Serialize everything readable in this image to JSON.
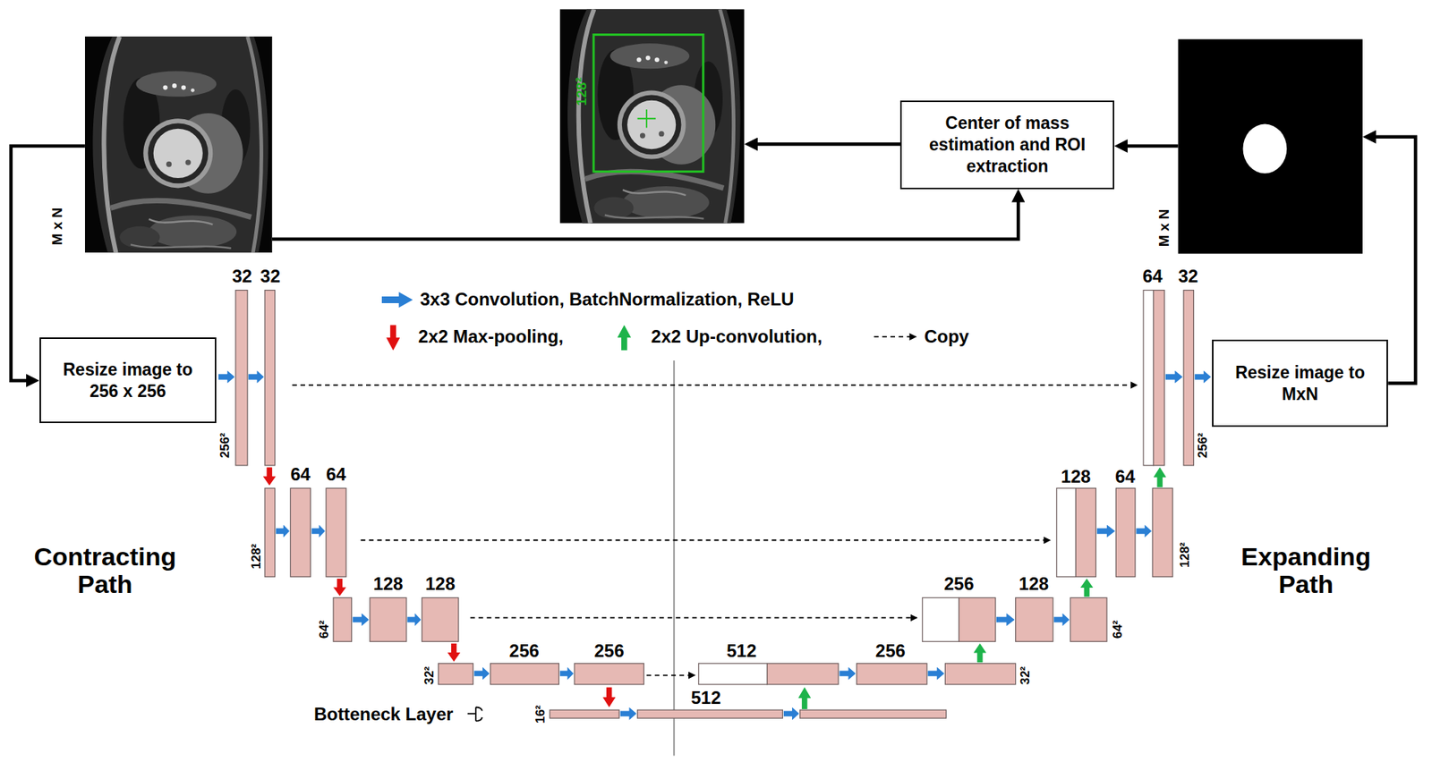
{
  "diagram": {
    "nodes": [
      {
        "text": [
          "M x N"
        ]
      },
      {
        "text": [
          "128²"
        ]
      },
      {
        "text": [
          "Center of mass estimation and ROI extraction"
        ]
      },
      {
        "text": [
          "M x N"
        ]
      },
      {
        "text": [
          "Resize image to 256 x 256"
        ]
      },
      {
        "text": [
          "Resize image to MxN"
        ]
      }
    ],
    "edges": [
      {
        "from": 0,
        "to": 2,
        "arrow": "to"
      },
      {
        "from": 2,
        "to": 1,
        "arrow": "to"
      },
      {
        "from": 3,
        "to": 2,
        "arrow": "to"
      },
      {
        "from": 0,
        "to": 4,
        "arrow": "to"
      },
      {
        "from": 5,
        "to": 3,
        "arrow": "to"
      }
    ],
    "labels": [
      "32",
      "32",
      "64",
      "32",
      "256²",
      "256²",
      "64",
      "64",
      "128",
      "64",
      "128²",
      "128²",
      "Contracting Path",
      "Expanding Path",
      "128",
      "128",
      "256",
      "128",
      "64²",
      "64²",
      "256",
      "256",
      "512",
      "256",
      "32²",
      "32²",
      "512",
      "16²",
      "Botteneck Layer"
    ],
    "legend": [
      {
        "text": "3x3 Convolution, BatchNormalization, ReLU"
      },
      {
        "text": "2x2 Max-pooling,"
      },
      {
        "text": "2x2 Up-convolution,"
      },
      {
        "text": "Copy"
      }
    ]
  }
}
